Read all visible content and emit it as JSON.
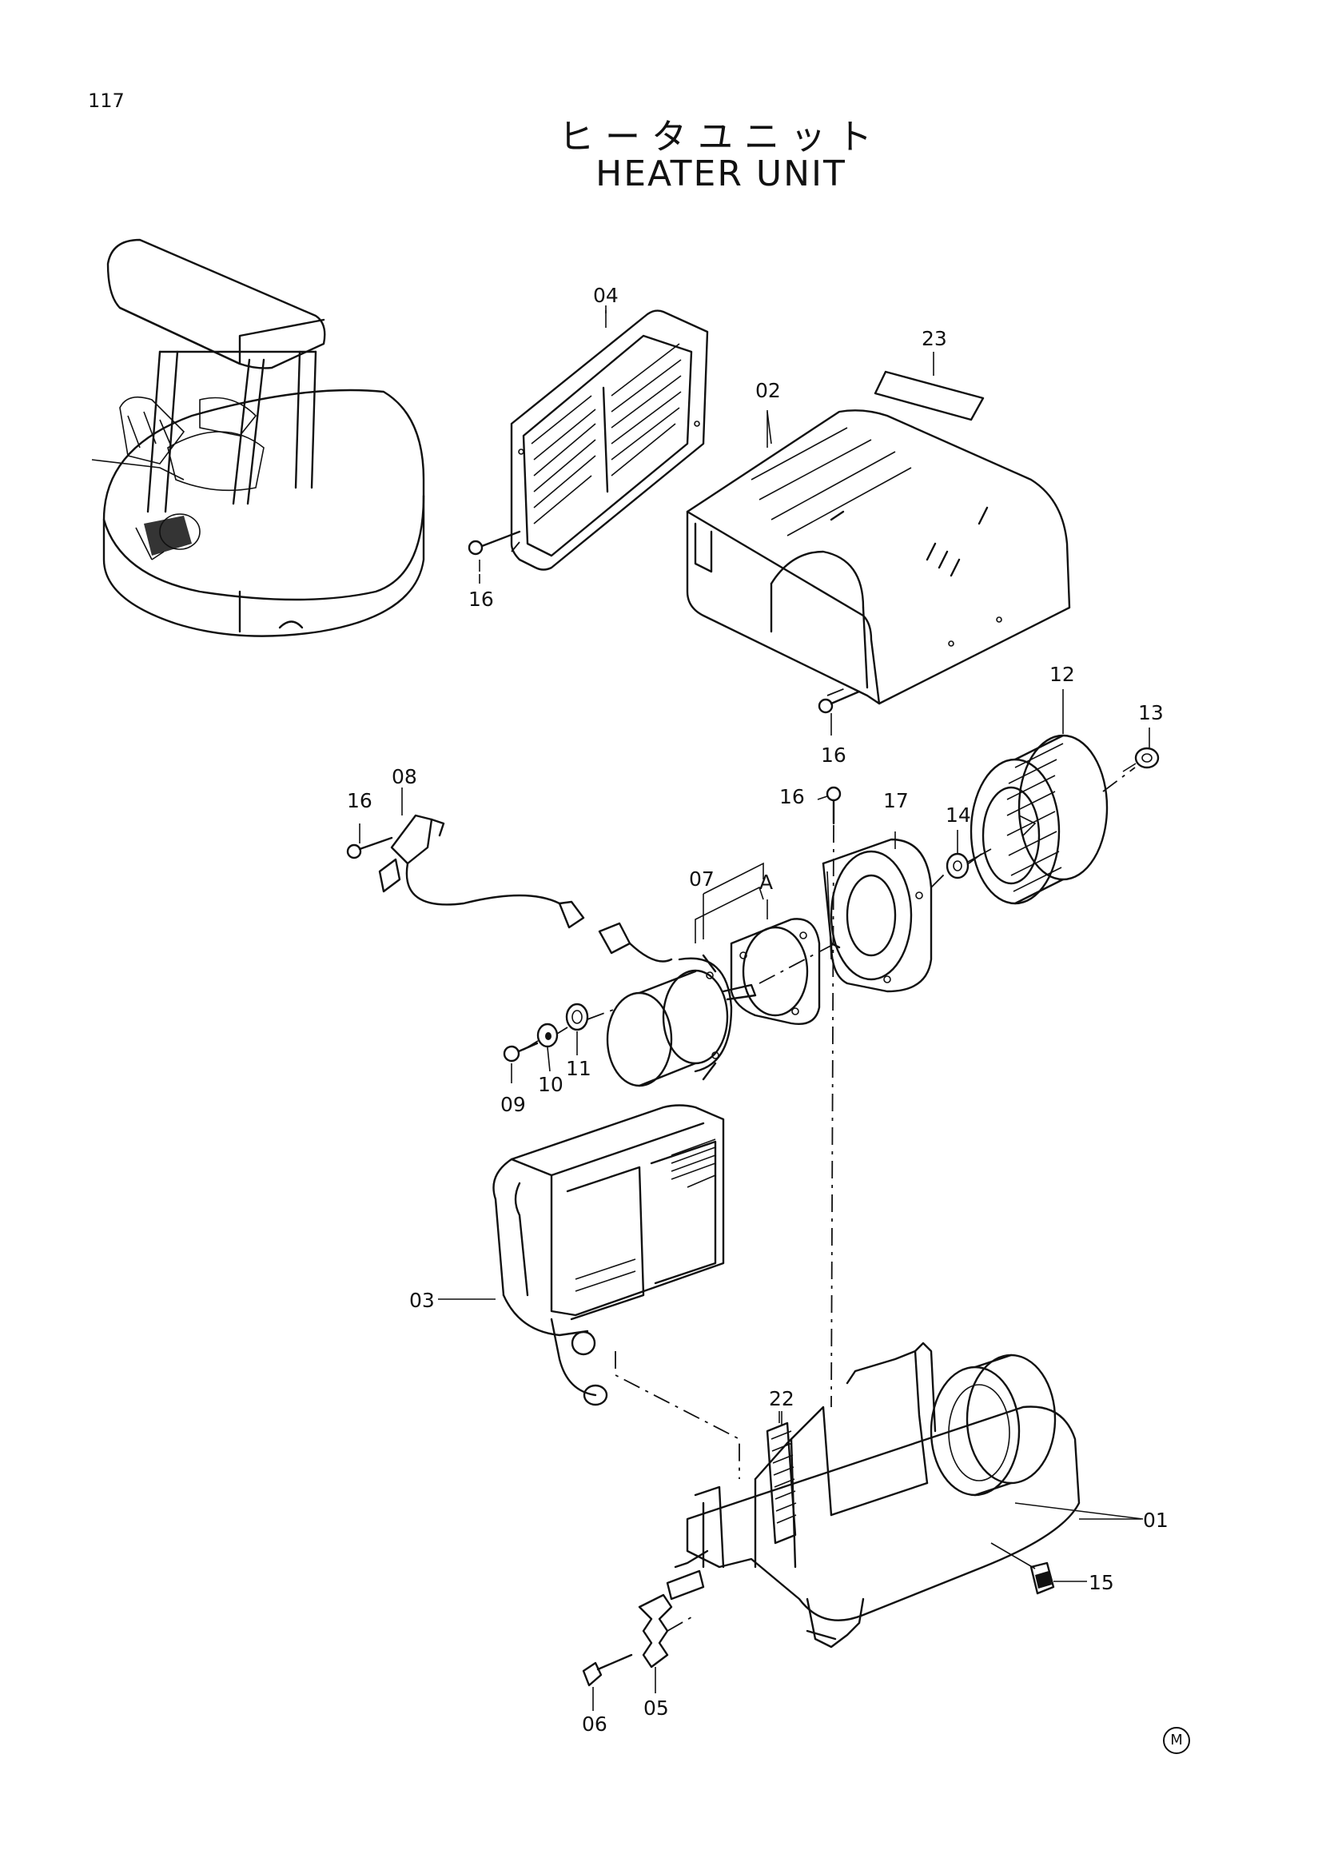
{
  "page_number": "117",
  "title_jp": "ヒータユニット",
  "title_en": "HEATER UNIT",
  "labels": {
    "p01": "01",
    "p02": "02",
    "p03": "03",
    "p04": "04",
    "p05": "05",
    "p06": "06",
    "p07": "07",
    "p08": "08",
    "p09": "09",
    "p10": "10",
    "p11": "11",
    "p12": "12",
    "p13": "13",
    "p14": "14",
    "p15": "15",
    "p16a": "16",
    "p16b": "16",
    "p16c": "16",
    "p16d": "16",
    "p17": "17",
    "p22": "22",
    "p23": "23",
    "pA": "A"
  },
  "mark": "M"
}
